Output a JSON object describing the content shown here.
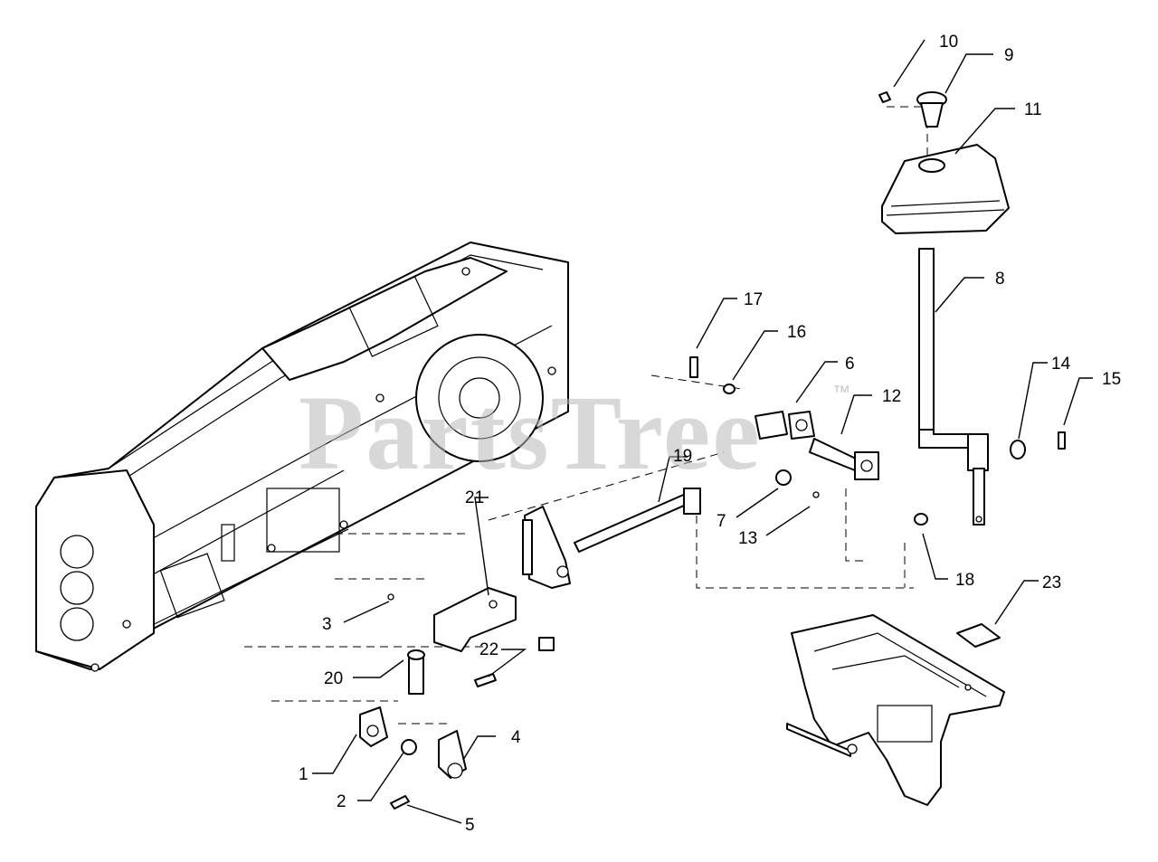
{
  "watermark": {
    "text": "PartsTree",
    "trademark": "™"
  },
  "callouts": [
    {
      "id": "1",
      "label": "1"
    },
    {
      "id": "2",
      "label": "2"
    },
    {
      "id": "3",
      "label": "3"
    },
    {
      "id": "4",
      "label": "4"
    },
    {
      "id": "5",
      "label": "5"
    },
    {
      "id": "6",
      "label": "6"
    },
    {
      "id": "7",
      "label": "7"
    },
    {
      "id": "8",
      "label": "8"
    },
    {
      "id": "9",
      "label": "9"
    },
    {
      "id": "10",
      "label": "10"
    },
    {
      "id": "11",
      "label": "11"
    },
    {
      "id": "12",
      "label": "12"
    },
    {
      "id": "13",
      "label": "13"
    },
    {
      "id": "14",
      "label": "14"
    },
    {
      "id": "15",
      "label": "15"
    },
    {
      "id": "16",
      "label": "16"
    },
    {
      "id": "17",
      "label": "17"
    },
    {
      "id": "18",
      "label": "18"
    },
    {
      "id": "19",
      "label": "19"
    },
    {
      "id": "20",
      "label": "20"
    },
    {
      "id": "21",
      "label": "21"
    },
    {
      "id": "22",
      "label": "22"
    },
    {
      "id": "23",
      "label": "23"
    }
  ]
}
